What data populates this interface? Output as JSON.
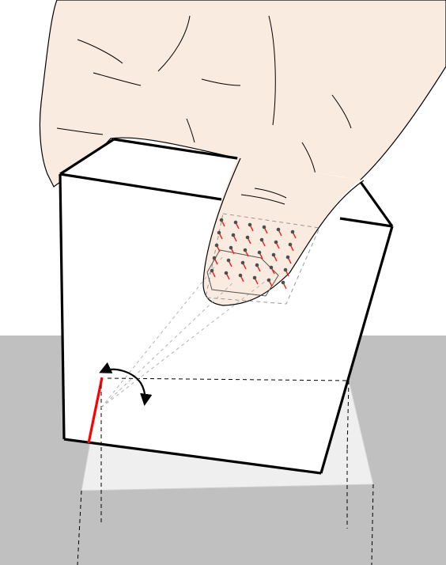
{
  "colors": {
    "skin": "#f9ebe0",
    "table": "#c0c0c0",
    "shadow": "#efefef",
    "outline": "#000000",
    "sensor_dot": "#4d4d4d",
    "sensor_vector": "#ff1a1a",
    "slip_edge": "#ff0000",
    "guide_line": "#b3b3b3"
  },
  "sensor_grid": {
    "rows": 5,
    "columns": 6,
    "shear_direction": "down-right"
  },
  "icons": {
    "rotation": "curved-double-arrow-icon"
  }
}
